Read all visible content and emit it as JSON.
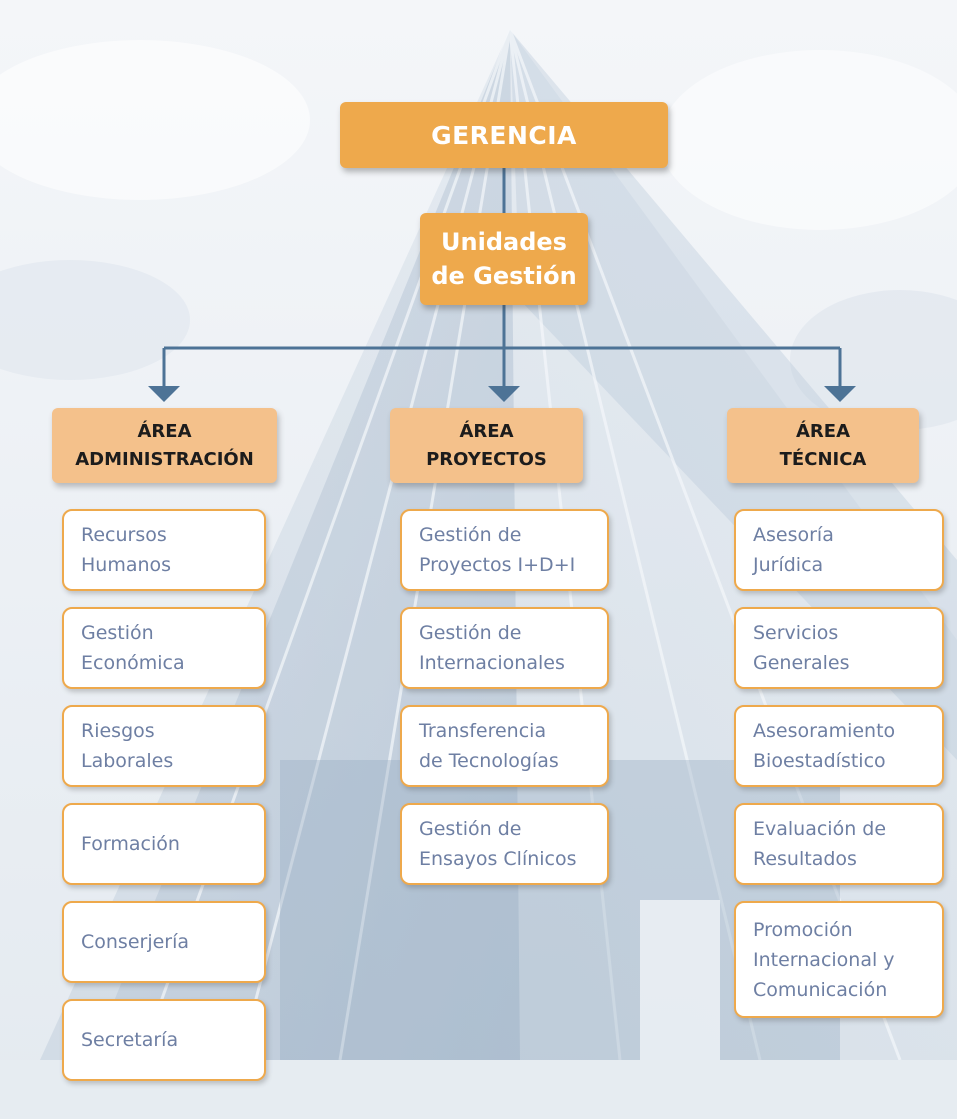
{
  "root": {
    "label": "GERENCIA"
  },
  "unidades": {
    "line1": "Unidades",
    "line2": "de Gestión"
  },
  "colors": {
    "primary_box": "#eea94c",
    "area_box": "#f4c18b",
    "item_border": "#eea94c",
    "item_text": "#6e7fa3",
    "connector": "#4d7396"
  },
  "areas": [
    {
      "line1": "ÁREA",
      "line2": "ADMINISTRACIÓN",
      "items": [
        {
          "line1": "Recursos",
          "line2": "Humanos"
        },
        {
          "line1": "Gestión",
          "line2": "Económica"
        },
        {
          "line1": "Riesgos",
          "line2": "Laborales"
        },
        {
          "line1": "Formación"
        },
        {
          "line1": "Conserjería"
        },
        {
          "line1": "Secretaría"
        }
      ]
    },
    {
      "line1": "ÁREA",
      "line2": "PROYECTOS",
      "items": [
        {
          "line1": "Gestión de",
          "line2": "Proyectos I+D+I"
        },
        {
          "line1": "Gestión de",
          "line2": "Internacionales"
        },
        {
          "line1": "Transferencia",
          "line2": "de Tecnologías"
        },
        {
          "line1": "Gestión de",
          "line2": "Ensayos Clínicos"
        }
      ]
    },
    {
      "line1": "ÁREA",
      "line2": "TÉCNICA",
      "items": [
        {
          "line1": "Asesoría",
          "line2": "Jurídica"
        },
        {
          "line1": "Servicios",
          "line2": "Generales"
        },
        {
          "line1": "Asesoramiento",
          "line2": "Bioestadístico"
        },
        {
          "line1": "Evaluación de",
          "line2": "Resultados"
        },
        {
          "line1": "Promoción",
          "line2": "Internacional y",
          "line3": "Comunicación"
        }
      ]
    }
  ]
}
